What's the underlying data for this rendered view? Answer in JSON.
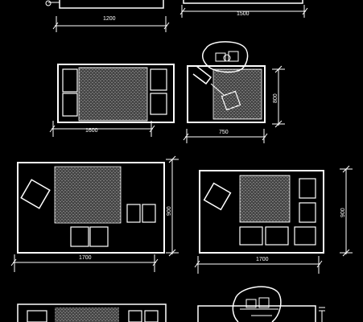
{
  "drawing": {
    "dimensions": {
      "top_left_width": "1200",
      "top_right_width": "1500",
      "plan_a_width": "1600",
      "plan_b_width": "750",
      "plan_b_height": "800",
      "plan_c_width": "1700",
      "plan_c_height": "900",
      "plan_d_width": "1700",
      "plan_d_height": "900"
    }
  }
}
